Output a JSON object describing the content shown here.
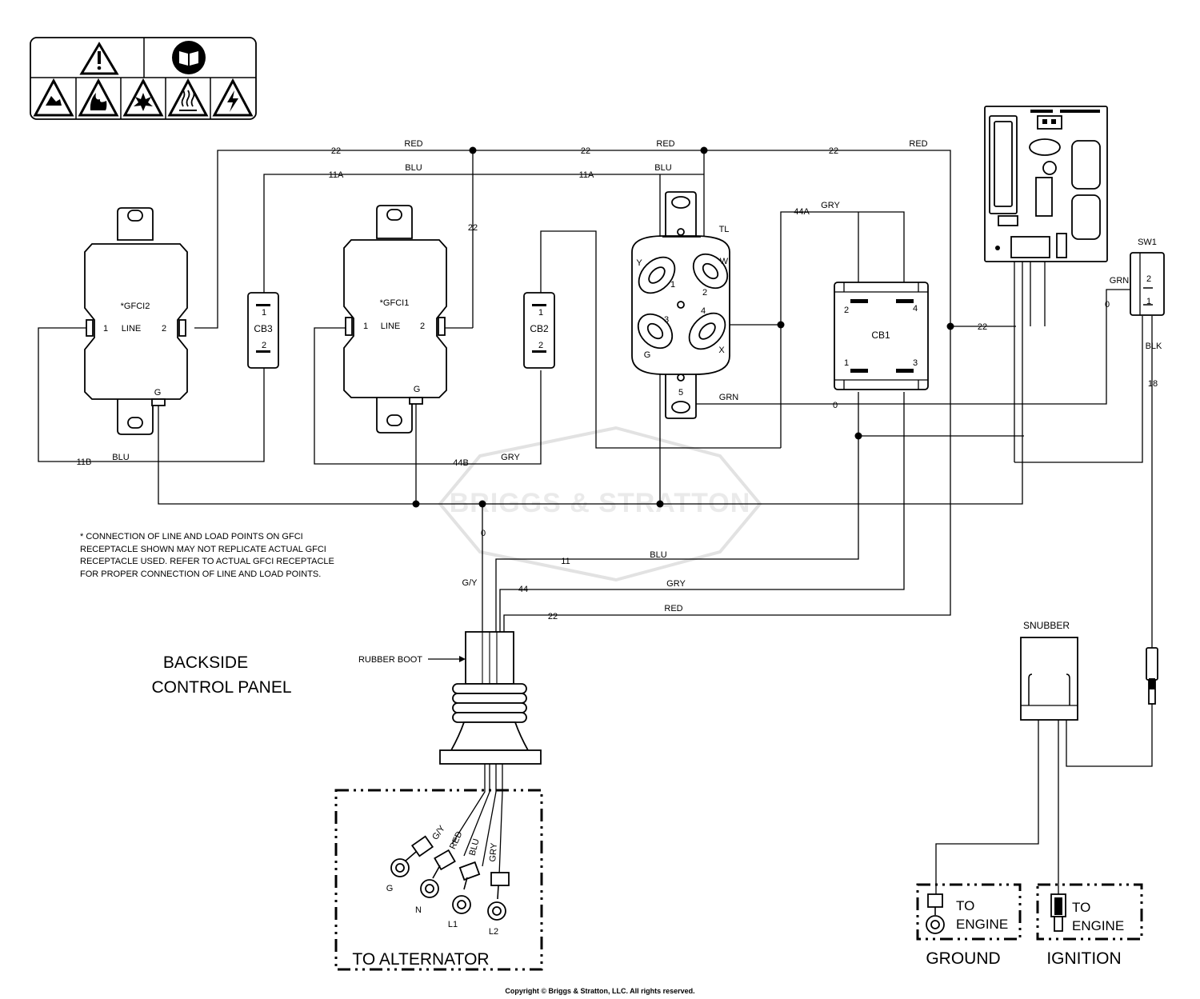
{
  "wire_labels": {
    "top_22_a": "22",
    "top_red_a": "RED",
    "top_22_b": "22",
    "top_red_b": "RED",
    "top_22_c": "22",
    "top_red_c": "RED",
    "mid_11a_a": "11A",
    "mid_blu_a": "BLU",
    "mid_11a_b": "11A",
    "mid_blu_b": "BLU",
    "drop_22": "22",
    "w44a": "44A",
    "w44a_color": "GRY",
    "w11b": "11B",
    "w11b_color": "BLU",
    "w44b": "44B",
    "w44b_color": "GRY",
    "grn": "GRN",
    "zero_a": "0",
    "right_22": "22",
    "sw_grn": "GRN",
    "sw_zero": "0",
    "blk": "BLK",
    "w18": "18",
    "zero_b": "0",
    "w11": "11",
    "w11_color": "BLU",
    "w44": "44",
    "w44_color": "GRY",
    "w22": "22",
    "w22_color": "RED",
    "gy": "G/Y",
    "rubber_boot": "RUBBER BOOT"
  },
  "components": {
    "gfci2": {
      "name": "*GFCI2",
      "line": "LINE",
      "t1": "1",
      "t2": "2",
      "g": "G"
    },
    "gfci1": {
      "name": "*GFCI1",
      "line": "LINE",
      "t1": "1",
      "t2": "2",
      "g": "G"
    },
    "cb3": {
      "name": "CB3",
      "t1": "1",
      "t2": "2"
    },
    "cb2": {
      "name": "CB2",
      "t1": "1",
      "t2": "2"
    },
    "tl": {
      "name": "TL",
      "y": "Y",
      "w": "W",
      "g": "G",
      "x": "X",
      "t1": "1",
      "t2": "2",
      "t3": "3",
      "t4": "4",
      "t5": "5"
    },
    "cb1": {
      "name": "CB1",
      "t1": "1",
      "t2": "2",
      "t3": "3",
      "t4": "4"
    },
    "sw1": {
      "name": "SW1",
      "t1": "1",
      "t2": "2"
    },
    "snubber": {
      "name": "SNUBBER"
    }
  },
  "alternator": {
    "title": "TO ALTERNATOR",
    "leads": [
      "G/Y",
      "RED",
      "BLU",
      "GRY"
    ],
    "terminals": [
      "G",
      "N",
      "L1",
      "L2"
    ]
  },
  "engine_ground": {
    "line1": "TO",
    "line2": "ENGINE",
    "caption": "GROUND"
  },
  "engine_ignition": {
    "line1": "TO",
    "line2": "ENGINE",
    "caption": "IGNITION"
  },
  "panel_title": {
    "line1": "BACKSIDE",
    "line2": "CONTROL PANEL"
  },
  "watermark": "BRIGGS & STRATTON",
  "note": "* CONNECTION OF LINE AND LOAD POINTS ON GFCI RECEPTACLE SHOWN MAY NOT REPLICATE ACTUAL GFCI RECEPTACLE USED. REFER TO ACTUAL GFCI RECEPTACLE FOR PROPER CONNECTION OF LINE AND LOAD POINTS.",
  "copyright": "Copyright © Briggs & Stratton, LLC. All rights reserved.",
  "icons": [
    "warning-icon",
    "manual-icon",
    "toxic-fumes-icon",
    "fire-icon",
    "explosion-icon",
    "hot-surface-icon",
    "shock-icon"
  ]
}
